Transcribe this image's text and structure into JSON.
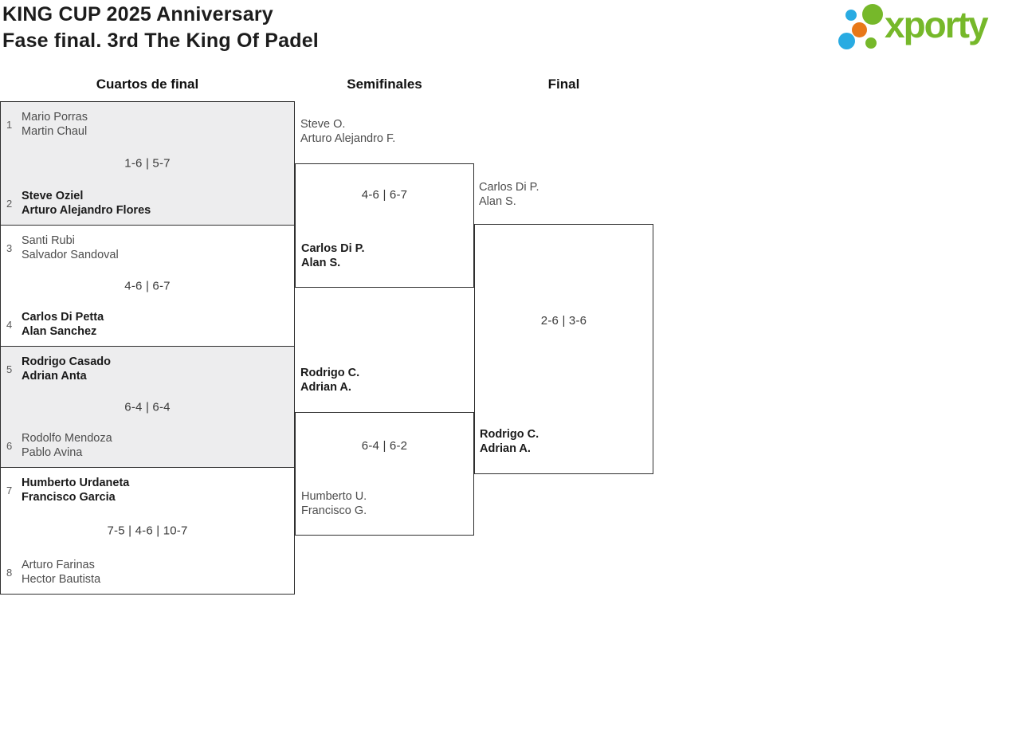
{
  "header": {
    "title_line1": "KING CUP 2025 Anniversary",
    "title_line2": "Fase final. 3rd The King Of Padel",
    "logo_text": "xporty"
  },
  "colors": {
    "brand_green": "#76b82a",
    "brand_blue": "#29abe2",
    "brand_orange": "#e87818",
    "line": "#2f2f2f",
    "shade": "#ededee",
    "winner_text": "#1a1a1a",
    "loser_text": "#4d4d4d",
    "score_text": "#3a3a3a"
  },
  "rounds": {
    "quarterfinals_label": "Cuartos de final",
    "semifinals_label": "Semifinales",
    "final_label": "Final"
  },
  "bracket": {
    "quarterfinals": [
      {
        "seed_a": "1",
        "team_a": [
          "Mario Porras",
          "Martin Chaul"
        ],
        "a_winner": false,
        "score": "1-6 | 5-7",
        "seed_b": "2",
        "team_b": [
          "Steve Oziel",
          "Arturo Alejandro Flores"
        ],
        "b_winner": true
      },
      {
        "seed_a": "3",
        "team_a": [
          "Santi Rubi",
          "Salvador Sandoval"
        ],
        "a_winner": false,
        "score": "4-6 | 6-7",
        "seed_b": "4",
        "team_b": [
          "Carlos Di Petta",
          "Alan Sanchez"
        ],
        "b_winner": true
      },
      {
        "seed_a": "5",
        "team_a": [
          "Rodrigo Casado",
          "Adrian Anta"
        ],
        "a_winner": true,
        "score": "6-4 | 6-4",
        "seed_b": "6",
        "team_b": [
          "Rodolfo Mendoza",
          "Pablo Avina"
        ],
        "b_winner": false
      },
      {
        "seed_a": "7",
        "team_a": [
          "Humberto Urdaneta",
          "Francisco Garcia"
        ],
        "a_winner": true,
        "score": "7-5 | 4-6 | 10-7",
        "seed_b": "8",
        "team_b": [
          "Arturo Farinas",
          "Hector Bautista"
        ],
        "b_winner": false
      }
    ],
    "semifinals": [
      {
        "team_a": [
          "Steve O.",
          "Arturo Alejandro F."
        ],
        "a_winner": false,
        "score": "4-6 | 6-7",
        "team_b": [
          "Carlos Di P.",
          "Alan S."
        ],
        "b_winner": true
      },
      {
        "team_a": [
          "Rodrigo C.",
          "Adrian A."
        ],
        "a_winner": true,
        "score": "6-4 | 6-2",
        "team_b": [
          "Humberto U.",
          "Francisco G."
        ],
        "b_winner": false
      }
    ],
    "final": {
      "team_a": [
        "Carlos Di P.",
        "Alan S."
      ],
      "a_winner": false,
      "score": "2-6 | 3-6",
      "team_b": [
        "Rodrigo C.",
        "Adrian A."
      ],
      "b_winner": true
    }
  }
}
